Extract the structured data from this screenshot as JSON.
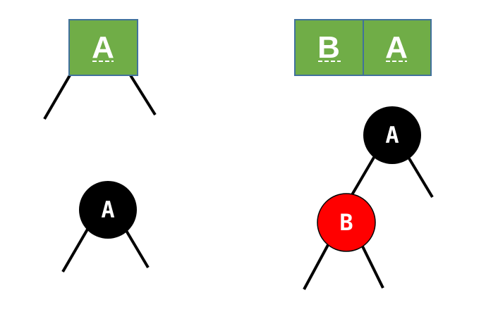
{
  "colors": {
    "key_fill": "#70AD47",
    "key_border": "#41719C",
    "key_text": "#FFFFFF",
    "black_node": "#000000",
    "red_node": "#FF0000",
    "node_text": "#FFFFFF",
    "edge": "#000000"
  },
  "btree_single": {
    "keys": [
      "A"
    ]
  },
  "btree_double": {
    "keys": [
      "B",
      "A"
    ]
  },
  "rbtree_single": {
    "root": {
      "label": "A",
      "color": "black"
    }
  },
  "rbtree_double": {
    "root": {
      "label": "A",
      "color": "black"
    },
    "left_child": {
      "label": "B",
      "color": "red"
    }
  }
}
